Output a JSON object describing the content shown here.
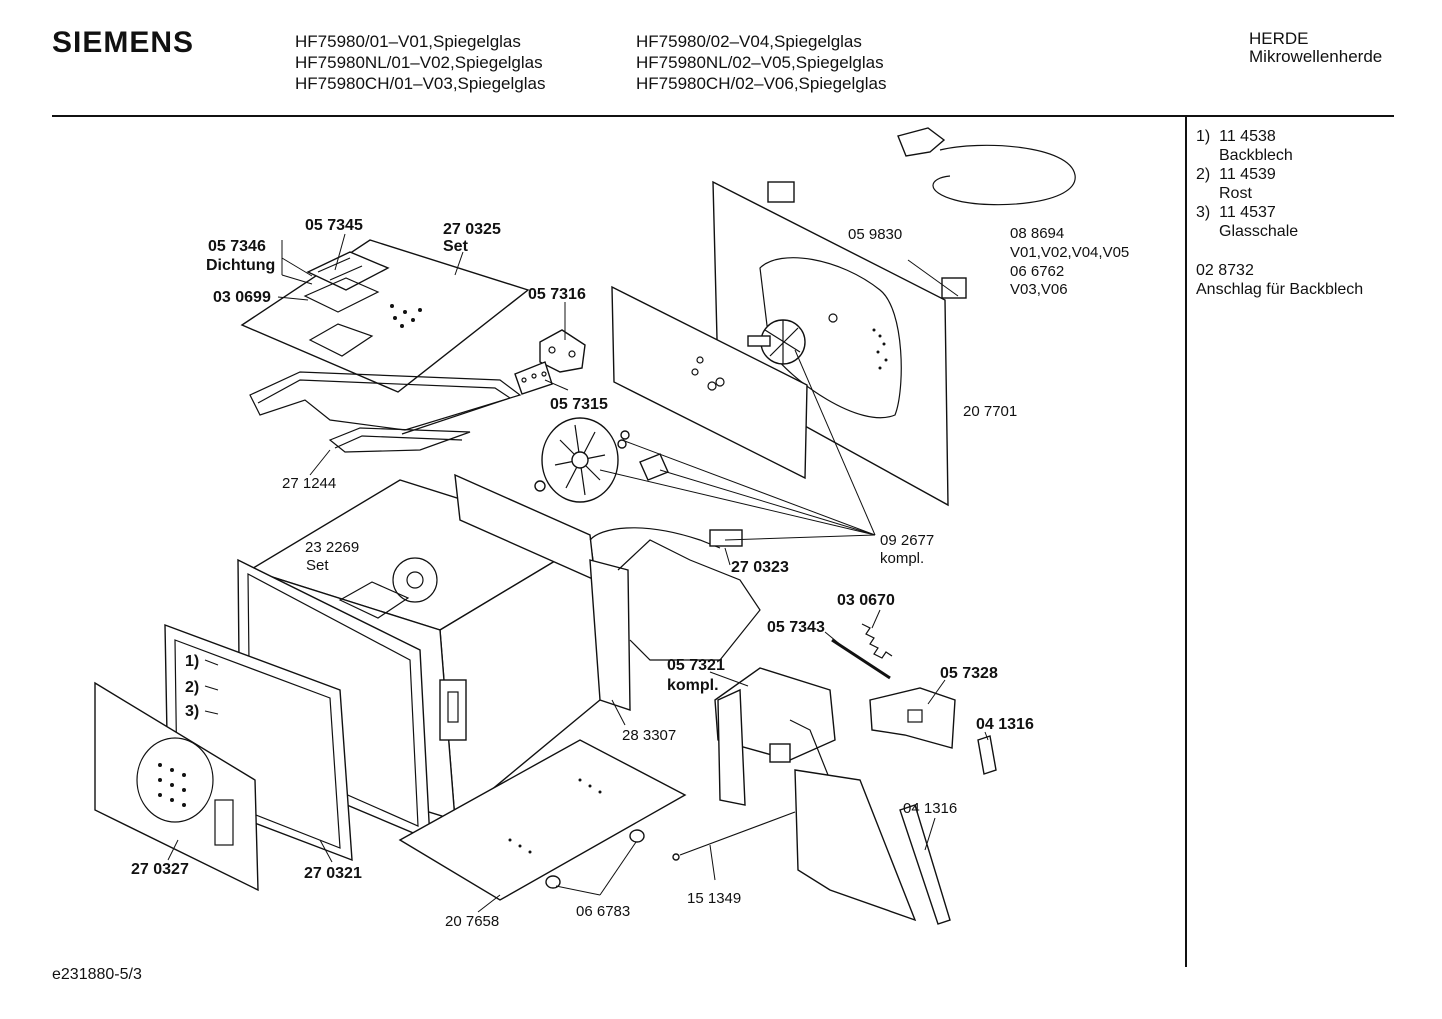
{
  "header": {
    "brand": "SIEMENS",
    "models_col1": [
      "HF75980/01–V01,Spiegelglas",
      "HF75980NL/01–V02,Spiegelglas",
      "HF75980CH/01–V03,Spiegelglas"
    ],
    "models_col2": [
      "HF75980/02–V04,Spiegelglas",
      "HF75980NL/02–V05,Spiegelglas",
      "HF75980CH/02–V06,Spiegelglas"
    ],
    "category": "HERDE",
    "subcategory": "Mikrowellenherde"
  },
  "sidebar": {
    "items": [
      {
        "num": "1)",
        "part": "11 4538",
        "desc": "Backblech"
      },
      {
        "num": "2)",
        "part": "11 4539",
        "desc": "Rost"
      },
      {
        "num": "3)",
        "part": "11 4537",
        "desc": "Glasschale"
      }
    ],
    "extra_part": "02 8732",
    "extra_desc": "Anschlag für Backblech"
  },
  "labels": {
    "p057345": "05 7345",
    "p270325": "27 0325",
    "p270325_set": "Set",
    "p057346": "05 7346",
    "p057346_desc": "Dichtung",
    "p030699": "03 0699",
    "p057316": "05 7316",
    "p057315": "05 7315",
    "p271244": "27 1244",
    "p059830": "05 9830",
    "p088694": "08 8694",
    "p088694_v": "V01,V02,V04,V05",
    "p066762": "06 6762",
    "p066762_v": "V03,V06",
    "p207701": "20 7701",
    "p092677": "09 2677",
    "p092677_desc": "kompl.",
    "p232269": "23 2269",
    "p232269_set": "Set",
    "p270323": "27 0323",
    "p030670": "03 0670",
    "p057343": "05 7343",
    "p057321": "05 7321",
    "p057321_desc": "kompl.",
    "p057328": "05 7328",
    "p041316a": "04 1316",
    "p041316b": "04 1316",
    "p283307": "28 3307",
    "idx1": "1)",
    "idx2": "2)",
    "idx3": "3)",
    "p270327": "27 0327",
    "p270321": "27 0321",
    "p207658": "20 7658",
    "p066783": "06 6783",
    "p151349": "15 1349"
  },
  "footer": {
    "doc_id": "e231880-5/3"
  }
}
